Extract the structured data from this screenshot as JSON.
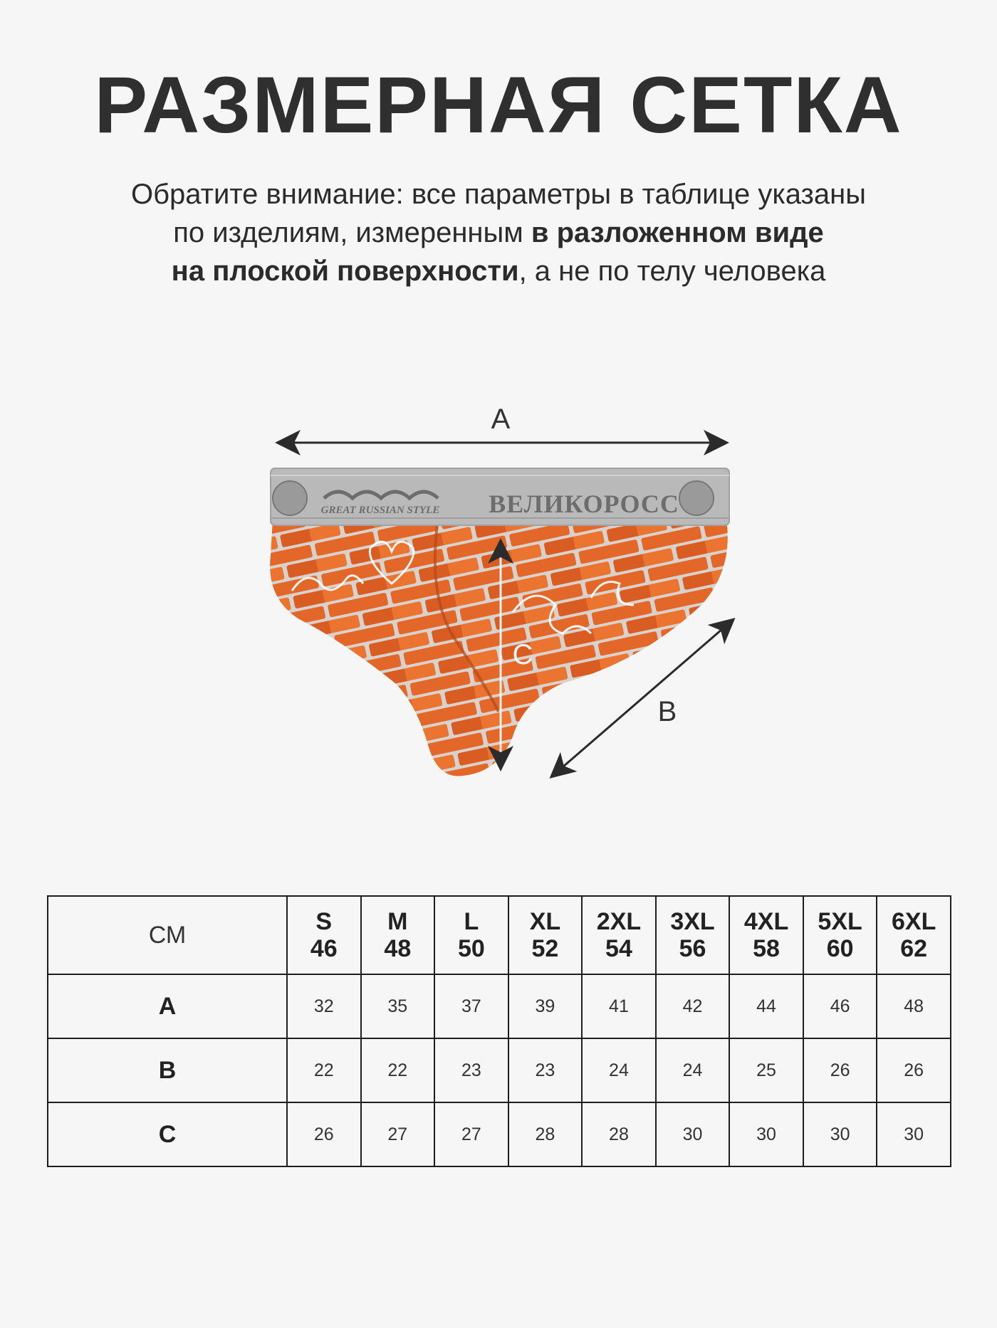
{
  "title": "РАЗМЕРНАЯ СЕТКА",
  "note": {
    "line1": "Обратите внимание: все параметры в таблице указаны",
    "line2_regular": "по изделиям, измеренным ",
    "line2_bold": "в разложенном виде",
    "line3_bold": "на плоской поверхности",
    "line3_regular": ", а не по телу человека"
  },
  "diagram": {
    "label_a": "A",
    "label_b": "B",
    "label_c": "C",
    "brand_text": "ВЕЛИКОРОСС",
    "tagline": "GREAT RUSSIAN STYLE"
  },
  "table": {
    "unit": "СМ",
    "sizes": [
      {
        "letter": "S",
        "ru": "46"
      },
      {
        "letter": "M",
        "ru": "48"
      },
      {
        "letter": "L",
        "ru": "50"
      },
      {
        "letter": "XL",
        "ru": "52"
      },
      {
        "letter": "2XL",
        "ru": "54"
      },
      {
        "letter": "3XL",
        "ru": "56"
      },
      {
        "letter": "4XL",
        "ru": "58"
      },
      {
        "letter": "5XL",
        "ru": "60"
      },
      {
        "letter": "6XL",
        "ru": "62"
      }
    ],
    "rows": [
      {
        "label": "A",
        "values": [
          "32",
          "35",
          "37",
          "39",
          "41",
          "42",
          "44",
          "46",
          "48"
        ]
      },
      {
        "label": "B",
        "values": [
          "22",
          "22",
          "23",
          "23",
          "24",
          "24",
          "25",
          "26",
          "26"
        ]
      },
      {
        "label": "C",
        "values": [
          "26",
          "27",
          "27",
          "28",
          "28",
          "30",
          "30",
          "30",
          "30"
        ]
      }
    ]
  }
}
